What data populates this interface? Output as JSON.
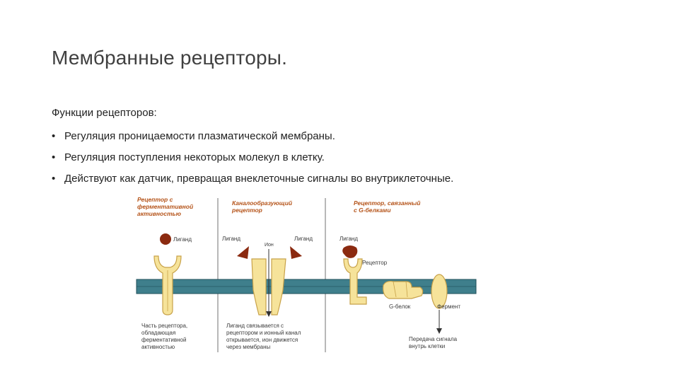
{
  "slide": {
    "title": "Мембранные рецепторы.",
    "subtitle": "Функции рецепторов:",
    "bullets": [
      "Регуляция проницаемости плазматической мембраны.",
      "Регуляция поступления некоторых молекул в клетку.",
      "Действуют как датчик, превращая внеклеточные сигналы во внутриклеточные."
    ],
    "bullet_symbol": "•"
  },
  "diagram": {
    "panel1": {
      "heading": [
        "Рецептор с",
        "ферментативной",
        "активностью"
      ],
      "ligand": "Лиганд",
      "caption": [
        "Часть рецептора,",
        "обладающая",
        "ферментативной",
        "активностью"
      ]
    },
    "panel2": {
      "heading": [
        "Каналообразующий",
        "рецептор"
      ],
      "ligand_left": "Лиганд",
      "ligand_right": "Лиганд",
      "ion": "Ион",
      "caption": [
        "Лиганд связывается с",
        "рецептором и ионный канал",
        "открывается, ион движется",
        "через мембраны"
      ]
    },
    "panel3": {
      "heading": [
        "Рецептор, связанный",
        "с G-белками"
      ],
      "ligand": "Лиганд",
      "receptor": "Рецептор",
      "g_protein": "G-белок",
      "enzyme": "Фермент",
      "caption": [
        "Передача сигнала",
        "внутрь клетки"
      ]
    },
    "colors": {
      "membrane": "#3f7f8c",
      "membrane_edge": "#1f4f5a",
      "receptor_fill": "#f6e39a",
      "receptor_edge": "#c8a24a",
      "ligand": "#8b2a10",
      "heading": "#b5541a"
    }
  }
}
